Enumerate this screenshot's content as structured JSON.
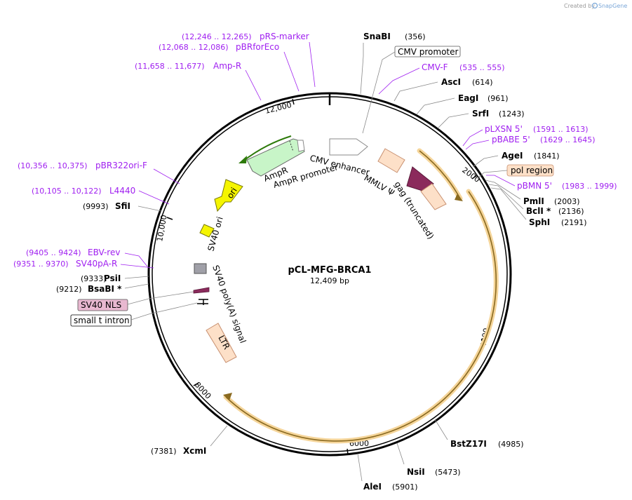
{
  "credit": {
    "created_by": "Created by",
    "brand": "SnapGene"
  },
  "plasmid": {
    "name": "pCL-MFG-BRCA1",
    "length": "12,409 bp"
  },
  "ticks": [
    "2000",
    "4000",
    "6000",
    "8000",
    "10,000",
    "12,000"
  ],
  "enzymes": {
    "snabi": {
      "name": "SnaBI",
      "pos": "(356)"
    },
    "asci": {
      "name": "AscI",
      "pos": "(614)"
    },
    "eagi": {
      "name": "EagI",
      "pos": "(961)"
    },
    "srfi": {
      "name": "SrfI",
      "pos": "(1243)"
    },
    "agei": {
      "name": "AgeI",
      "pos": "(1841)"
    },
    "pmli": {
      "name": "PmlI",
      "pos": "(2003)"
    },
    "bcli": {
      "name": "BclI *",
      "pos": "(2136)"
    },
    "sphi": {
      "name": "SphI",
      "pos": "(2191)"
    },
    "bstz17i": {
      "name": "BstZ17I",
      "pos": "(4985)"
    },
    "nsii": {
      "name": "NsiI",
      "pos": "(5473)"
    },
    "alei": {
      "name": "AleI",
      "pos": "(5901)"
    },
    "xcmi": {
      "name": "XcmI",
      "pos": "(7381)"
    },
    "bsabi": {
      "name": "BsaBI *",
      "pos": "(9212)"
    },
    "psii": {
      "name": "PsiI",
      "pos": "(9333)"
    },
    "sfii": {
      "name": "SfiI",
      "pos": "(9993)"
    }
  },
  "primers": {
    "prs_marker": {
      "name": "pRS-marker",
      "pos": "(12,246 .. 12,265)"
    },
    "pbrforeco": {
      "name": "pBRforEco",
      "pos": "(12,068 .. 12,086)"
    },
    "amp_r": {
      "name": "Amp-R",
      "pos": "(11,658 .. 11,677)"
    },
    "cmv_f": {
      "name": "CMV-F",
      "pos": "(535 .. 555)"
    },
    "plxsn": {
      "name": "pLXSN 5'",
      "pos": "(1591 .. 1613)"
    },
    "pbabe": {
      "name": "pBABE 5'",
      "pos": "(1629 .. 1645)"
    },
    "pbmn": {
      "name": "pBMN 5'",
      "pos": "(1983 .. 1999)"
    },
    "pbr322ori": {
      "name": "pBR322ori-F",
      "pos": "(10,356 .. 10,375)"
    },
    "l4440": {
      "name": "L4440",
      "pos": "(10,105 .. 10,122)"
    },
    "ebv_rev": {
      "name": "EBV-rev",
      "pos": "(9405 .. 9424)"
    },
    "sv40pa_r": {
      "name": "SV40pA-R",
      "pos": "(9351 .. 9370)"
    }
  },
  "boxed_labels": {
    "cmv_promoter": "CMV promoter",
    "pol_region": "pol region",
    "sv40_nls": "SV40 NLS",
    "small_t_intron": "small t intron"
  },
  "features": {
    "cmv_enhancer": "CMV enhancer",
    "mmlv_psi": "MMLV Ψ",
    "gag": "gag (truncated)",
    "ampr": "AmpR",
    "ampr_promoter": "AmpR promoter",
    "ori": "ori",
    "sv40_ori": "SV40 ori",
    "sv40_polya": "SV40 poly(A) signal",
    "ltr": "LTR"
  },
  "colors": {
    "primer": "#a020f0",
    "ampr": "#c8f5c8",
    "ori": "#f5f500",
    "gag": "#8b2a5c",
    "psi": "#fde0c8",
    "ltr": "#fde0c8",
    "pol_region": "#f0b040",
    "sv40_ori": "#f5f500",
    "sv40_nls": "#e8b8d0"
  }
}
